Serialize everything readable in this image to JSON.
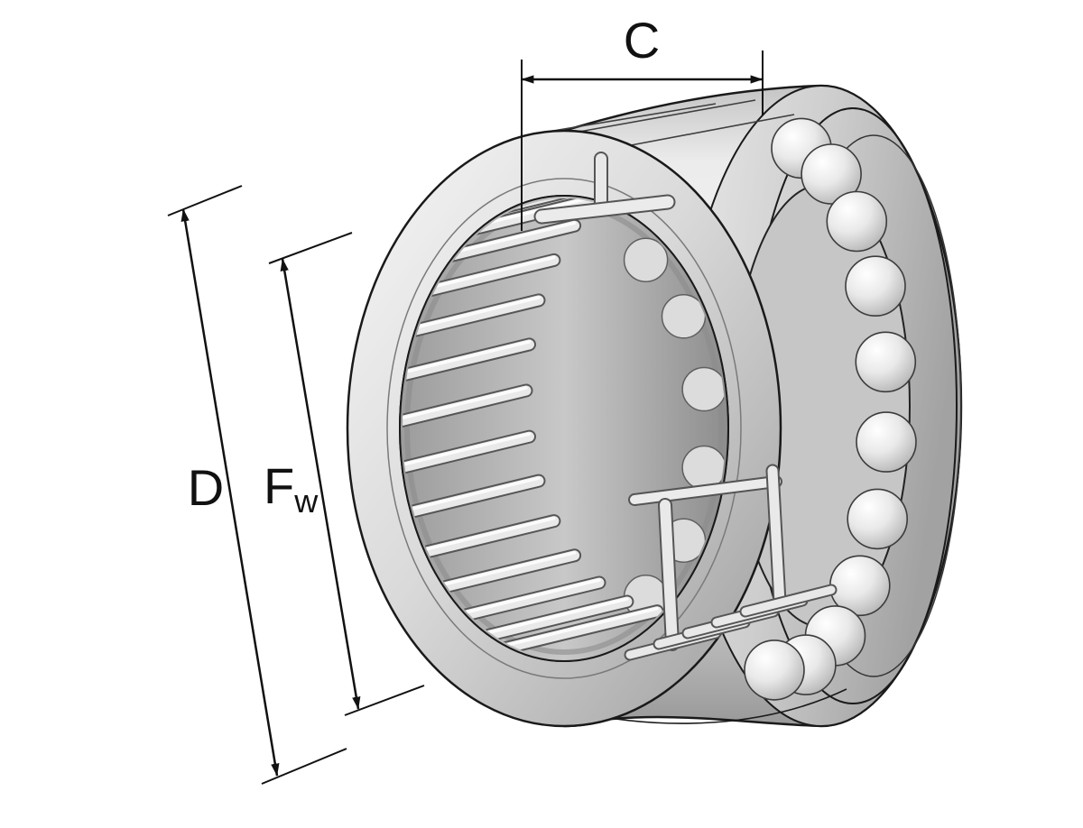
{
  "diagram": {
    "labels": {
      "c": "C",
      "d": "D",
      "fw_main": "F",
      "fw_sub": "w"
    },
    "counts": {
      "thrust_balls": 11,
      "needle_rollers": 15,
      "lower_cage_rollers": 5,
      "cage_scallops": 6
    },
    "colors": {
      "background": "#ffffff",
      "line": "#1a1a1a",
      "metal_light": "#f4f4f4",
      "metal_dark": "#9a9a9a"
    }
  }
}
